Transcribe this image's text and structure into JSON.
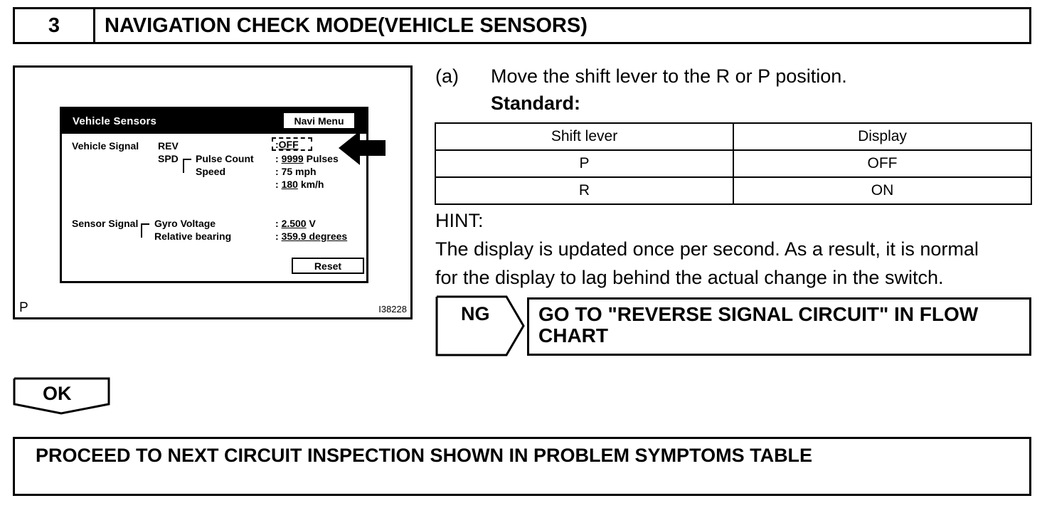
{
  "header": {
    "step_number": "3",
    "title": "NAVIGATION CHECK MODE(VEHICLE SENSORS)"
  },
  "illustration": {
    "corner_label": "P",
    "figure_id": "I38228",
    "screen": {
      "title": "Vehicle Sensors",
      "navi_menu_button": "Navi Menu",
      "vehicle_signal_label": "Vehicle Signal",
      "rev_label": "REV",
      "spd_label": "SPD",
      "pulse_count_label": "Pulse Count",
      "speed_label": "Speed",
      "rev_value": "OFF",
      "pulse_value": "9999",
      "pulse_unit": "Pulses",
      "speed_mph_value": "75 mph",
      "speed_kmh_value": "180",
      "speed_kmh_unit": "km/h",
      "sensor_signal_label": "Sensor Signal",
      "gyro_voltage_label": "Gyro Voltage",
      "relative_bearing_label": "Relative bearing",
      "gyro_voltage_value": "2.500",
      "gyro_voltage_unit": "V",
      "relative_bearing_value": "359.9 degrees",
      "separator": ":",
      "reset_button": "Reset"
    }
  },
  "instruction": {
    "label": "(a)",
    "text": "Move the shift lever to the R or P position.",
    "standard_label": "Standard:"
  },
  "standard_table": {
    "headers": [
      "Shift lever",
      "Display"
    ],
    "rows": [
      [
        "P",
        "OFF"
      ],
      [
        "R",
        "ON"
      ]
    ]
  },
  "hint": {
    "label": "HINT:",
    "lines": [
      "The display is updated once per second. As a result, it is normal",
      "for the display to lag behind the actual change in the switch."
    ]
  },
  "ng": {
    "label": "NG",
    "action_line1": "GO TO \"REVERSE SIGNAL CIRCUIT\" IN FLOW",
    "action_line2": "CHART"
  },
  "ok": {
    "label": "OK",
    "action": "PROCEED TO NEXT CIRCUIT INSPECTION SHOWN IN PROBLEM SYMPTOMS TABLE"
  }
}
